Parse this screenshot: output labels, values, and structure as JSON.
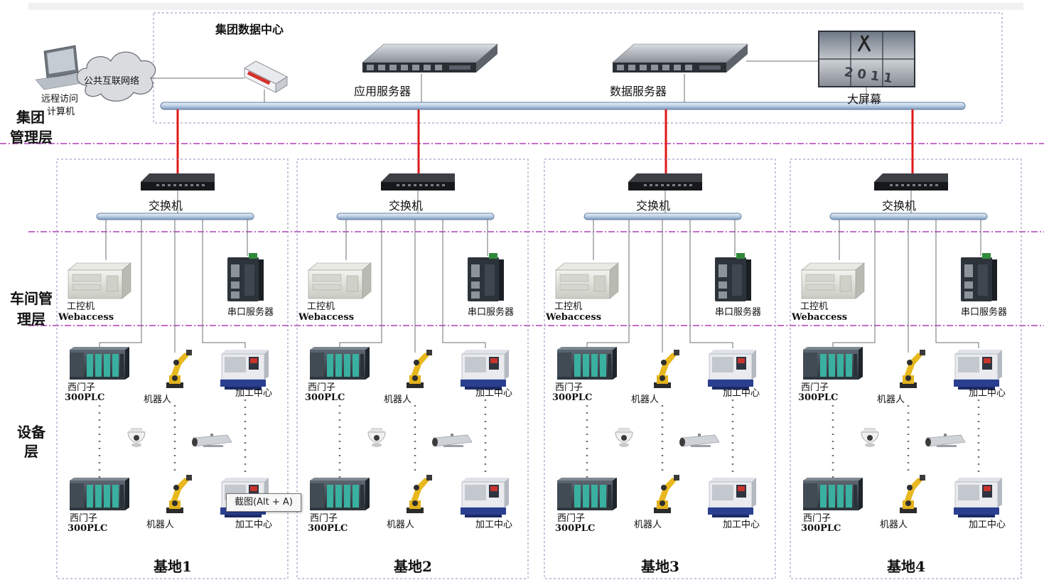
{
  "group_center": {
    "title": "集团数据中心"
  },
  "remote": {
    "network_label": "公共互联网络",
    "pc_label_line1": "远程访问",
    "pc_label_line2": "计算机"
  },
  "servers": {
    "app": "应用服务器",
    "data": "数据服务器",
    "screen": "大屏幕",
    "screen_text": "2011"
  },
  "layers": {
    "group_l1": "集团",
    "group_l2": "管理层",
    "workshop_l1": "车间管",
    "workshop_l2": "理层",
    "device_l1": "设备",
    "device_l2": "层"
  },
  "bases": [
    {
      "name": "基地1",
      "switch": "交换机",
      "ipc": "工控机",
      "ipc_sw": "Webaccess",
      "serial": "串口服务器",
      "plc_top_l1": "西门子",
      "plc_top_l2": "300PLC",
      "robot_top": "机器人",
      "cnc_top": "加工中心",
      "plc_bot_l1": "西门子",
      "plc_bot_l2": "300PLC",
      "robot_bot": "机器人",
      "cnc_bot": "加工中心"
    },
    {
      "name": "基地2",
      "switch": "交换机",
      "ipc": "工控机",
      "ipc_sw": "Webaccess",
      "serial": "串口服务器",
      "plc_top_l1": "西门子",
      "plc_top_l2": "300PLC",
      "robot_top": "机器人",
      "cnc_top": "加工中心",
      "plc_bot_l1": "西门子",
      "plc_bot_l2": "300PLC",
      "robot_bot": "机器人",
      "cnc_bot": "加工中心"
    },
    {
      "name": "基地3",
      "switch": "交换机",
      "ipc": "工控机",
      "ipc_sw": "Webaccess",
      "serial": "串口服务器",
      "plc_top_l1": "西门子",
      "plc_top_l2": "300PLC",
      "robot_top": "机器人",
      "cnc_top": "加工中心",
      "plc_bot_l1": "西门子",
      "plc_bot_l2": "300PLC",
      "robot_bot": "机器人",
      "cnc_bot": "加工中心"
    },
    {
      "name": "基地4",
      "switch": "交换机",
      "ipc": "工控机",
      "ipc_sw": "Webaccess",
      "serial": "串口服务器",
      "plc_top_l1": "西门子",
      "plc_top_l2": "300PLC",
      "robot_top": "机器人",
      "cnc_top": "加工中心",
      "plc_bot_l1": "西门子",
      "plc_bot_l2": "300PLC",
      "robot_bot": "机器人",
      "cnc_bot": "加工中心"
    }
  ],
  "tooltip": {
    "text": "截图(Alt + A)"
  },
  "colors": {
    "uplink": "#e01818",
    "layer_divider": "#b23fb8",
    "box_border": "#9a8ab8",
    "bus": "#c8d8ea"
  }
}
